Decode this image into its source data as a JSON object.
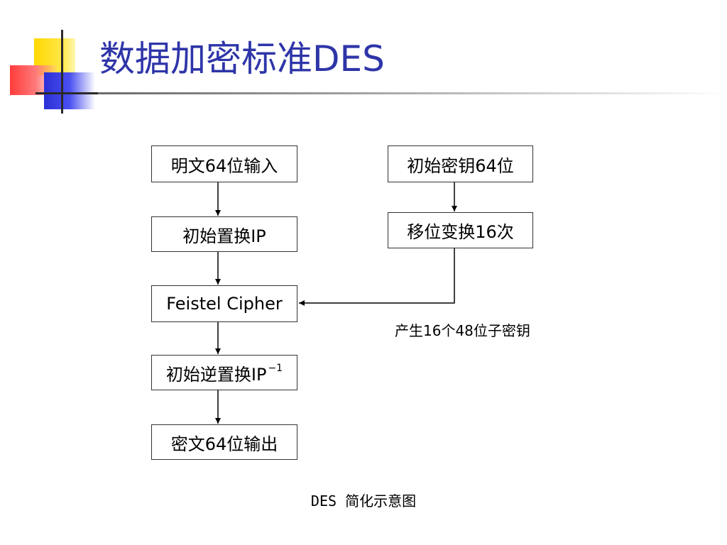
{
  "title": "数据加密标准DES",
  "boxes": {
    "plaintext_input": "明文64位输入",
    "initial_permutation": "初始置换IP",
    "feistel_cipher": "Feistel Cipher",
    "inverse_permutation": "初始逆置换IP",
    "inverse_permutation_sup": "−1",
    "ciphertext_output": "密文64位输出",
    "initial_key": "初始密钥64位",
    "shift_transform": "移位变换16次"
  },
  "annotations": {
    "subkeys": "产生16个48位子密钥"
  },
  "caption": "DES 简化示意图",
  "colors": {
    "title": "#2e35a8",
    "line": "#000000"
  }
}
